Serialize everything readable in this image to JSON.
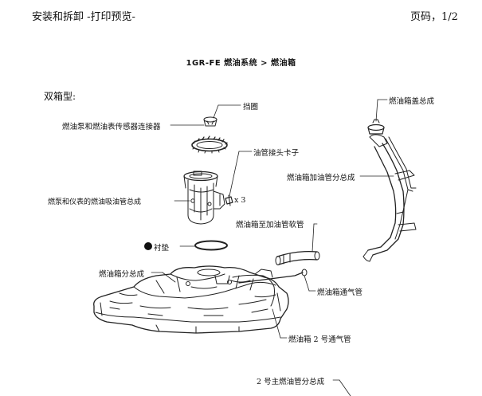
{
  "header": {
    "left": "安装和拆卸 -打印预览-",
    "right": "页码，1/2"
  },
  "title": "1GR-FE 燃油系统 > 燃油箱",
  "subtitle": "双箱型:",
  "labels": {
    "retainer": "挡圈",
    "pump_connector": "燃油泵和燃油表传感器连接器",
    "clip": "油管接头卡子",
    "clip_qty": "x 3",
    "pump_assembly": "燃泵和仪表的燃油吸油管总成",
    "gasket": "衬垫",
    "cap": "燃油箱盖总成",
    "filler_pipe": "燃油箱加油管分总成",
    "hose": "燃油箱至加油管软管",
    "tank": "燃油箱分总成",
    "vent_tube": "燃油箱通气管",
    "vent_tube_2": "燃油箱 2 号通气管",
    "main_tube": "2 号主燃油管分总成"
  }
}
